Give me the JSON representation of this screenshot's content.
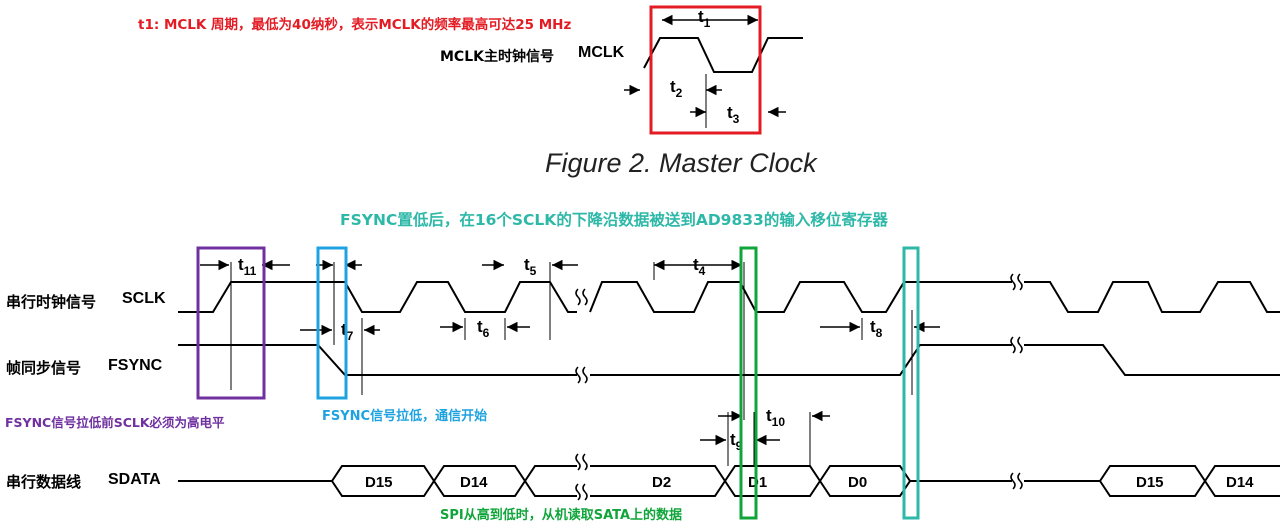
{
  "figure2": {
    "annotation": "t1: MCLK 周期，最低为40纳秒，表示MCLK的频率最高可达25 MHz",
    "signal_cn": "MCLK主时钟信号",
    "signal_en": "MCLK",
    "caption": "Figure 2.  Master Clock",
    "t_labels": {
      "t1": "t",
      "t1_sub": "1",
      "t2": "t",
      "t2_sub": "2",
      "t3": "t",
      "t3_sub": "3"
    }
  },
  "timing": {
    "annotation_top": "FSYNC置低后，在16个SCLK的下降沿数据被送到AD9833的输入移位寄存器",
    "annotation_purple": "FSYNC信号拉低前SCLK必须为高电平",
    "annotation_blue": "FSYNC信号拉低，通信开始",
    "annotation_green": "SPI从高到低时，从机读取SATA上的数据",
    "signals": [
      {
        "cn": "串行时钟信号",
        "en": "SCLK"
      },
      {
        "cn": "帧同步信号",
        "en": "FSYNC"
      },
      {
        "cn": "串行数据线",
        "en": "SDATA"
      }
    ],
    "data_bits": [
      "D15",
      "D14",
      "D2",
      "D1",
      "D0",
      "D15",
      "D14"
    ],
    "t_labels": {
      "t11": "t",
      "t11_sub": "11",
      "t7": "t",
      "t7_sub": "7",
      "t5": "t",
      "t5_sub": "5",
      "t6": "t",
      "t6_sub": "6",
      "t4": "t",
      "t4_sub": "4",
      "t8": "t",
      "t8_sub": "8",
      "t9": "t",
      "t9_sub": "9",
      "t10": "t",
      "t10_sub": "10"
    }
  },
  "colors": {
    "red": "#e31c24",
    "purple": "#7030a0",
    "blue": "#1ea3e0",
    "teal": "#2db8a8",
    "green": "#10a53a"
  }
}
